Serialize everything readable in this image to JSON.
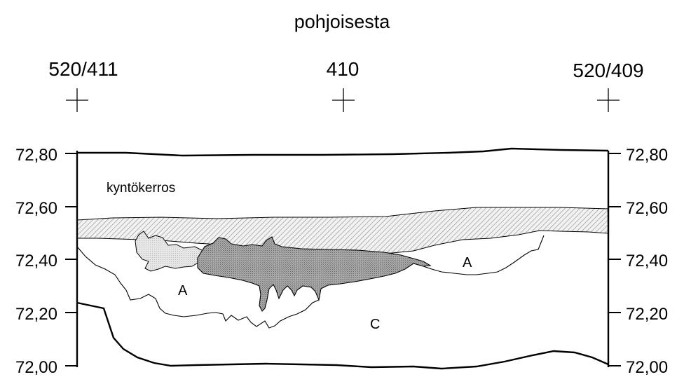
{
  "title": "pohjoisesta",
  "grid_points": [
    {
      "label": "520/411"
    },
    {
      "label": "410"
    },
    {
      "label": "520/409"
    }
  ],
  "elevation_scale": {
    "left_ticks": [
      "72,80",
      "72,60",
      "72,40",
      "72,20",
      "72,00"
    ],
    "right_ticks": [
      "72,80",
      "72,60",
      "72,40",
      "72,20",
      "72,00"
    ]
  },
  "layers": {
    "topsoil": "kyntökerros",
    "a_left": "A",
    "a_right": "A",
    "c": "C"
  },
  "colors": {
    "line": "#000000",
    "hatch": "#888888",
    "light_fill": "#dcdcdc",
    "dark_fill": "#9a9a9a"
  }
}
